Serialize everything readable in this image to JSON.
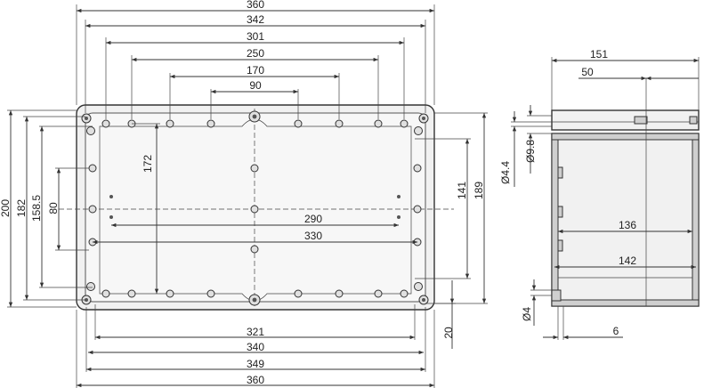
{
  "front_view": {
    "top_dims": [
      "360",
      "342",
      "301",
      "250",
      "170",
      "90"
    ],
    "bottom_dims": [
      "321",
      "340",
      "349",
      "360"
    ],
    "left_dims": [
      "200",
      "182",
      "158.5",
      "80"
    ],
    "right_dims": [
      "189",
      "141"
    ],
    "inner_dims": [
      "172",
      "290",
      "330",
      "20"
    ]
  },
  "side_view": {
    "dims": [
      "151",
      "50",
      "136",
      "142",
      "6"
    ],
    "rotated_dims": [
      "Ø4.4",
      "Ø9.8",
      "Ø4"
    ]
  }
}
